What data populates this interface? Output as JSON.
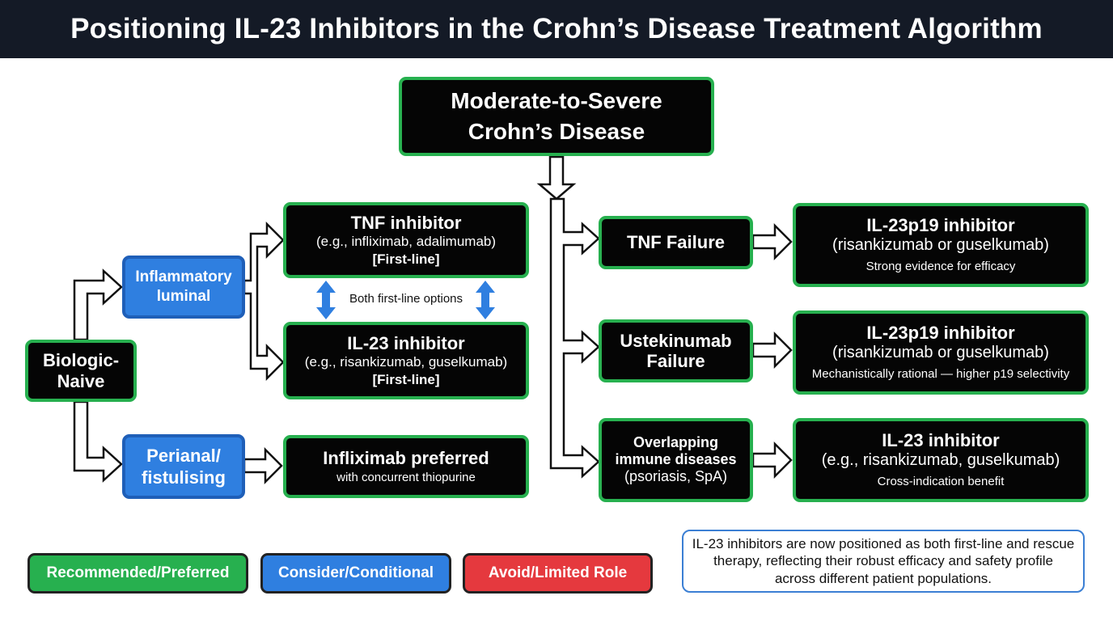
{
  "title": "Positioning IL-23 Inhibitors in the Crohn’s Disease Treatment Algorithm",
  "root": {
    "line1": "Moderate-to-Severe",
    "line2": "Crohn’s Disease"
  },
  "biologic_naive": {
    "line1": "Biologic-",
    "line2": "Naive"
  },
  "inflammatory": {
    "line1": "Inflammatory",
    "line2": "luminal"
  },
  "perianal": {
    "line1": "Perianal/",
    "line2": "fistulising"
  },
  "tnf_inhibitor": {
    "title": "TNF inhibitor",
    "examples": "(e.g., infliximab, adalimumab)",
    "tag": "[First-line]"
  },
  "il23_inhibitor": {
    "title": "IL-23 inhibitor",
    "examples": "(e.g., risankizumab, guselkumab)",
    "tag": "[First-line]"
  },
  "both_first_line": "Both first-line options",
  "infliximab": {
    "title": "Infliximab preferred",
    "sub": "with concurrent thiopurine"
  },
  "tnf_failure": {
    "label": "TNF Failure"
  },
  "ustekinumab_failure": {
    "line1": "Ustekinumab",
    "line2": "Failure"
  },
  "overlapping": {
    "line1": "Overlapping",
    "line2": "immune diseases",
    "line3": "(psoriasis, SpA)"
  },
  "il23p19_a": {
    "title": "IL-23p19 inhibitor",
    "examples": "(risankizumab or guselkumab)",
    "note": "Strong evidence for efficacy"
  },
  "il23p19_b": {
    "title": "IL-23p19 inhibitor",
    "examples": "(risankizumab or guselkumab)",
    "note": "Mechanistically rational — higher p19 selectivity"
  },
  "il23_c": {
    "title": "IL-23 inhibitor",
    "examples": "(e.g., risankizumab, guselkumab)",
    "note": "Cross-indication benefit"
  },
  "legend": {
    "recommended": {
      "label": "Recommended/Preferred",
      "color": "#27b04f"
    },
    "consider": {
      "label": "Consider/Conditional",
      "color": "#2f7fe0"
    },
    "avoid": {
      "label": "Avoid/Limited Role",
      "color": "#e5393e"
    }
  },
  "note": "IL-23 inhibitors are now positioned as both first-line and rescue therapy, reflecting their robust efficacy and safety profile across different patient populations.",
  "colors": {
    "header": "#141a26",
    "box_fill": "#050505",
    "box_border": "#27b04f",
    "blue_fill": "#2f7fe0",
    "double_arrow": "#2f7fe0"
  }
}
